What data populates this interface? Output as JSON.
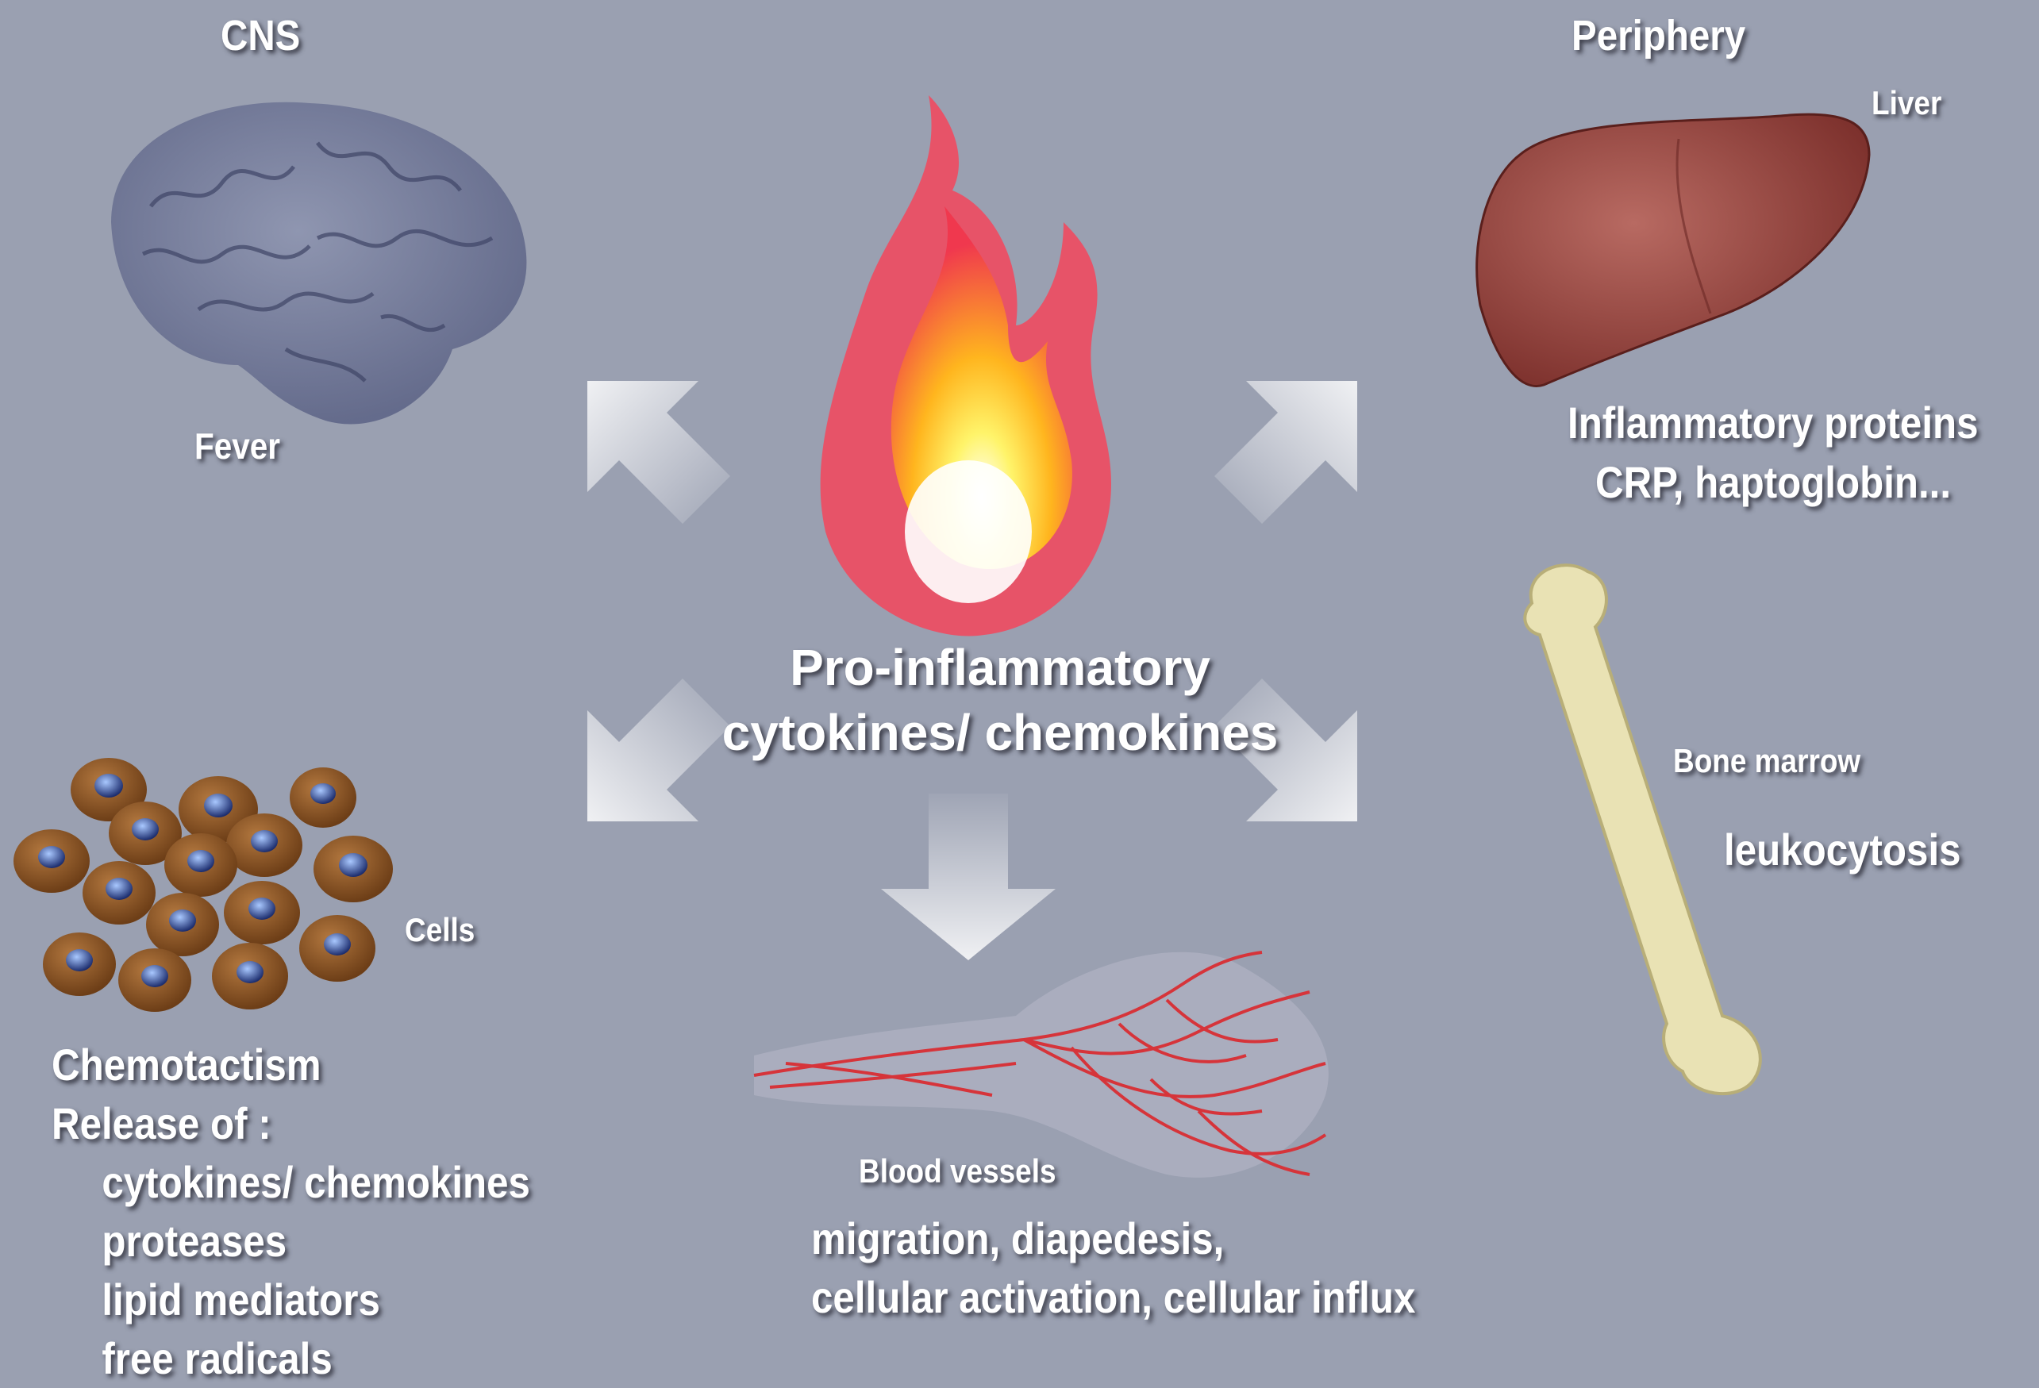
{
  "sections": {
    "cns": {
      "title": "CNS",
      "effect": "Fever"
    },
    "periphery": {
      "title": "Periphery"
    },
    "liver": {
      "label": "Liver",
      "effect_lines": [
        "Inflammatory  proteins",
        "CRP,  haptoglobin..."
      ]
    },
    "bone_marrow": {
      "label": "Bone  marrow",
      "effect": "leukocytosis"
    },
    "center": {
      "lines": [
        "Pro-inflammatory",
        "cytokines/  chemokines"
      ]
    },
    "cells": {
      "label": "Cells",
      "lines": [
        "Chemotactism",
        "Release  of  :"
      ],
      "items": [
        "cytokines/  chemokines",
        "proteases",
        "lipid  mediators",
        "free  radicals"
      ]
    },
    "blood_vessels": {
      "label": "Blood  vessels",
      "effect_lines": [
        "migration,  diapedesis,",
        "cellular  activation,  cellular  influx"
      ]
    }
  },
  "icons": [
    "brain-icon",
    "flame-icon",
    "liver-icon",
    "bone-icon",
    "cells-icon",
    "blood-vessels-icon",
    "arrow-icon"
  ],
  "colors": {
    "background": "#9aa0b1",
    "text": "#ffffff",
    "vessel": "#d6343a",
    "liver": "#8b3a34",
    "bone": "#e9e2b4",
    "cell": "#8a5528"
  }
}
